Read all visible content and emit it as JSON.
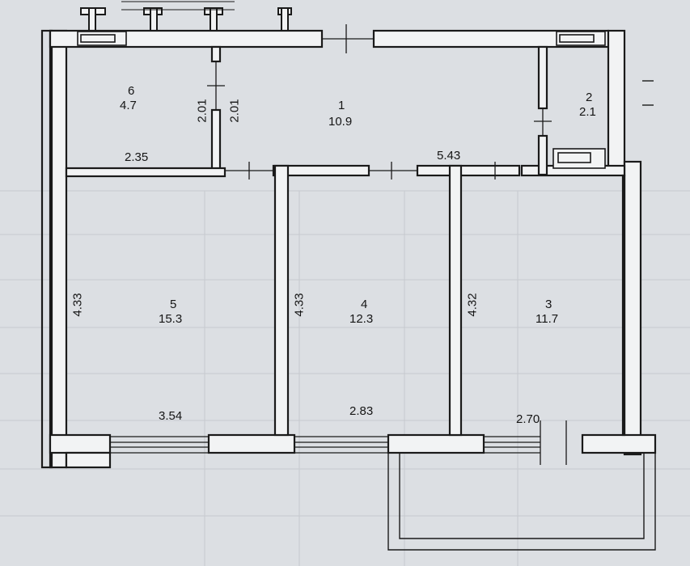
{
  "rooms": [
    {
      "id": "6",
      "area": "4.7"
    },
    {
      "id": "1",
      "area": "10.9"
    },
    {
      "id": "2",
      "area": "2.1"
    },
    {
      "id": "5",
      "area": "15.3"
    },
    {
      "id": "4",
      "area": "12.3"
    },
    {
      "id": "3",
      "area": "11.7"
    }
  ],
  "dimensions": {
    "room6_width": "2.35",
    "room6_height": "2.01",
    "room1_height": "2.01",
    "corridor_width": "5.43",
    "room5_height": "4.33",
    "room4_height": "4.33",
    "room3_height": "4.32",
    "room5_width": "3.54",
    "room4_width": "2.83",
    "room3_width": "2.70"
  },
  "colors": {
    "paper": "#dcdfe3",
    "wall_line": "#1a1a1a",
    "wall_fill": "#f2f3f4"
  }
}
